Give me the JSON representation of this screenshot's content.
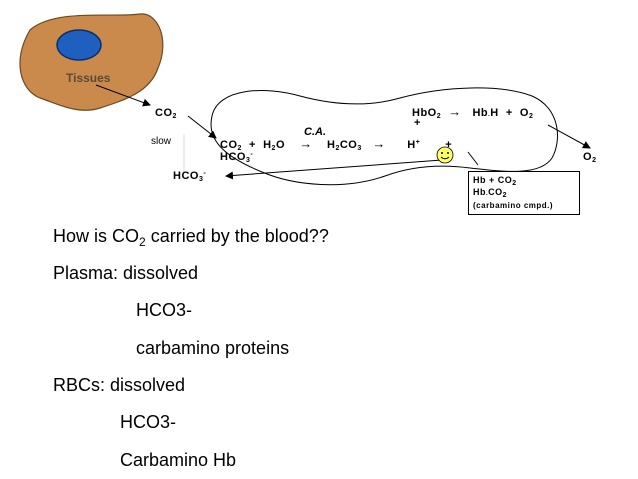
{
  "diagram": {
    "tissues_label": "Tissues",
    "co2_in": "CO",
    "co2_in_sub": "2",
    "slow_label": "slow",
    "reaction": {
      "co2": "CO",
      "co2_sub": "2",
      "plus1": "+",
      "h2o_h": "H",
      "h2o_sub": "2",
      "h2o_o": "O",
      "ca_label": "C.A.",
      "arrow1": "→",
      "h2co3_h": "H",
      "h2co3_sub1": "2",
      "h2co3_co": "CO",
      "h2co3_sub2": "3",
      "arrow2": "→",
      "h_plus": "H",
      "h_plus_sup": "+",
      "plus2": "+"
    },
    "hco3_under": "HCO",
    "hco3_under_sub": "3",
    "hco3_under_sup": "-",
    "hco3_out": "HCO",
    "hco3_out_sub": "3",
    "hco3_out_sup": "-",
    "hbo2_reaction": {
      "hbo2": "HbO",
      "hbo2_sub": "2",
      "arrow": "→",
      "hbh": "Hb",
      "hbh_dot": ".",
      "hbh_h": "H",
      "plus": "+",
      "o2": "O",
      "o2_sub": "2"
    },
    "plus_under_hbo2": "+",
    "o2_out": "O",
    "o2_out_sub": "2",
    "carbamino_box": {
      "line1_a": "Hb + CO",
      "line1_sub": "2",
      "line2_a": "Hb",
      "line2_dot": ".",
      "line2_b": "CO",
      "line2_sub": "2",
      "line3": "(carbamino cmpd.)"
    },
    "smiley_icon": "smiley-face"
  },
  "text": {
    "question_a": "How is CO",
    "question_sub": "2",
    "question_b": " carried by the blood??",
    "plasma": "Plasma: dissolved",
    "plasma_hco3": "HCO3-",
    "plasma_carbamino": "carbamino proteins",
    "rbcs": "RBCs: dissolved",
    "rbcs_hco3": "HCO3-",
    "rbcs_carbamino": "Carbamino Hb"
  },
  "colors": {
    "tissue_fill": "#c98a4b",
    "nucleus_fill": "#1f5fbf",
    "smiley_fill": "#ffff66"
  }
}
